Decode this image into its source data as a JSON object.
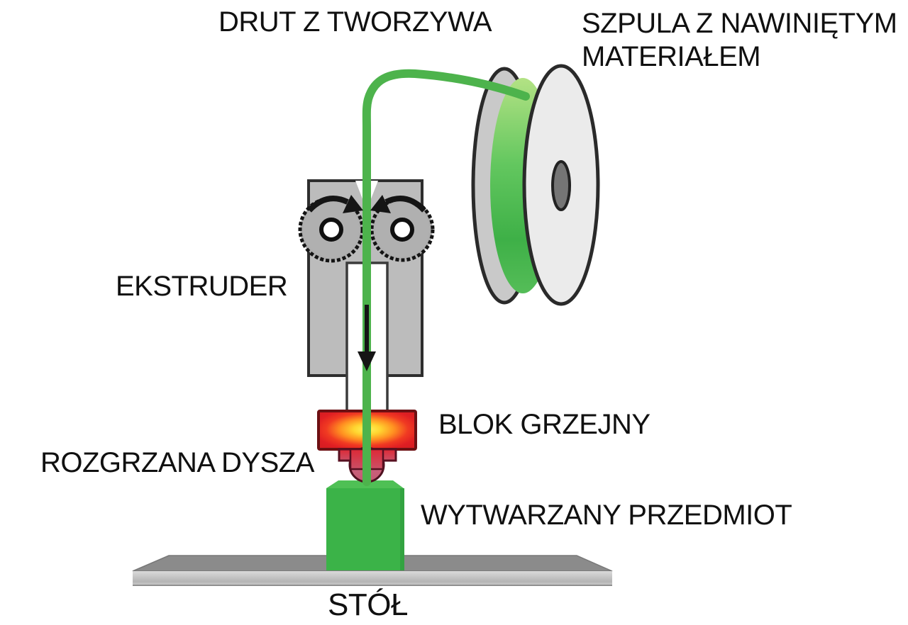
{
  "diagram": {
    "type": "fdm-3d-printing-process-diagram",
    "labels": {
      "filament_wire": "DRUT Z TWORZYWA",
      "spool_line1": "SZPULA Z NAWINIĘTYM",
      "spool_line2": "MATERIAŁEM",
      "extruder": "EKSTRUDER",
      "heater_block": "BLOK GRZEJNY",
      "hot_nozzle": "ROZGRZANA DYSZA",
      "printed_object": "WYTWARZANY PRZEDMIOT",
      "table": "STÓŁ"
    },
    "colors": {
      "background": "#ffffff",
      "text": "#101010",
      "outline": "#2a2a2a",
      "filament_green": "#4db34c",
      "spool_band_green": "#55c055",
      "object_green": "#3bb348",
      "object_green_light": "#4fc055",
      "object_green_dark": "#33a341",
      "heater_red": "#e01f23",
      "heater_glow_yellow": "#ffd530",
      "nozzle_red": "#dd2936",
      "nozzle_pink": "#cb4f66",
      "dome_pink": "#c35a74",
      "metal_gray": "#bcbcbc",
      "roller_gray": "#b0b0b0",
      "spool_back_flange": "#c9c9c9",
      "spool_front_flange": "#ebebeb",
      "spool_hub": "#757575",
      "table_top_gray": "#8b8b8b",
      "table_front_gray": "#c2c2c2",
      "arrow_black": "#151515"
    }
  }
}
